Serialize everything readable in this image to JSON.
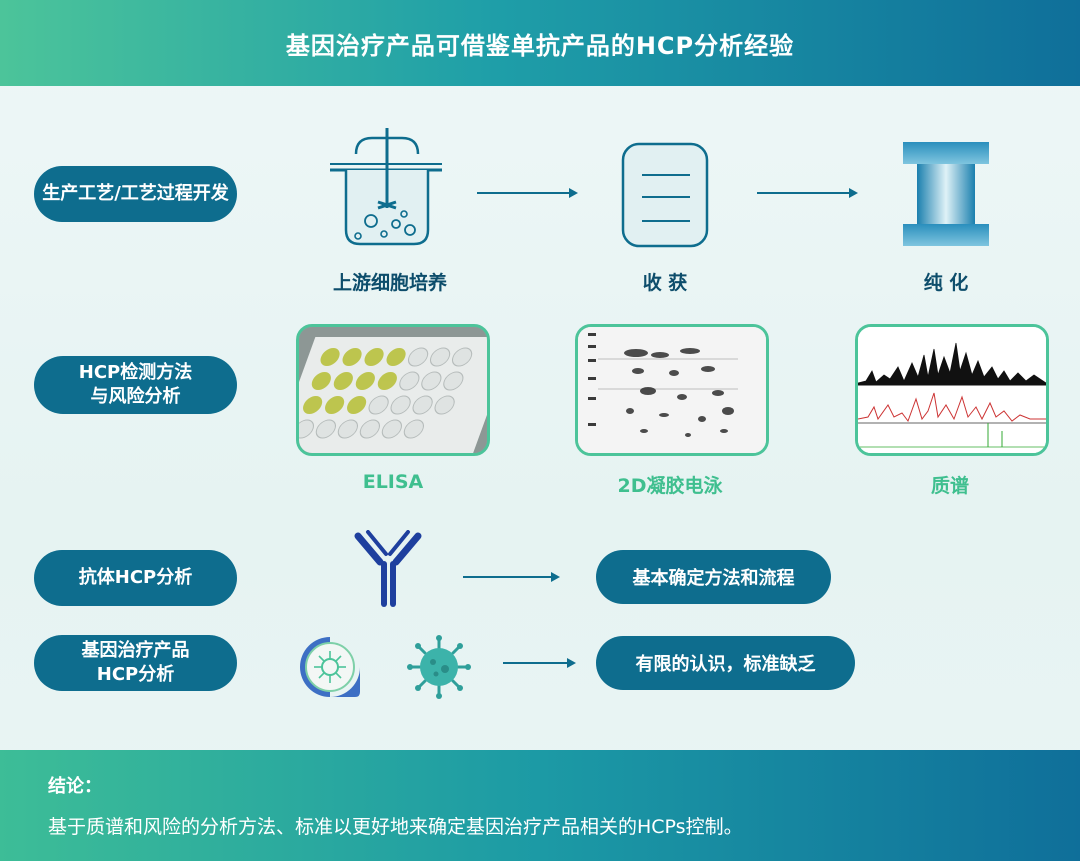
{
  "header": {
    "title": "基因治疗产品可借鉴单抗产品的HCP分析经验"
  },
  "rows": {
    "process_label": "生产工艺/工艺过程开发",
    "hcp_method_label": [
      "HCP检测方法",
      "与风险分析"
    ],
    "antibody_label": "抗体HCP分析",
    "gene_label": [
      "基因治疗产品",
      "HCP分析"
    ]
  },
  "process_steps": [
    "上游细胞培养",
    "收 获",
    "纯 化"
  ],
  "methods": [
    "ELISA",
    "2D凝胶电泳",
    "质谱"
  ],
  "results": {
    "antibody": "基本确定方法和流程",
    "gene": "有限的认识，标准缺乏"
  },
  "icons": [
    "bioreactor-icon",
    "harvest-bag-icon",
    "purification-column-icon",
    "antibody-icon",
    "cell-icon",
    "virus-icon"
  ],
  "colors": {
    "dark_teal": "#0e6d8e",
    "green": "#4cc49a",
    "caption_green": "#3fbf8f"
  },
  "footer": {
    "title": "结论：",
    "body": "基于质谱和风险的分析方法、标准以更好地来确定基因治疗产品相关的HCPs控制。"
  }
}
